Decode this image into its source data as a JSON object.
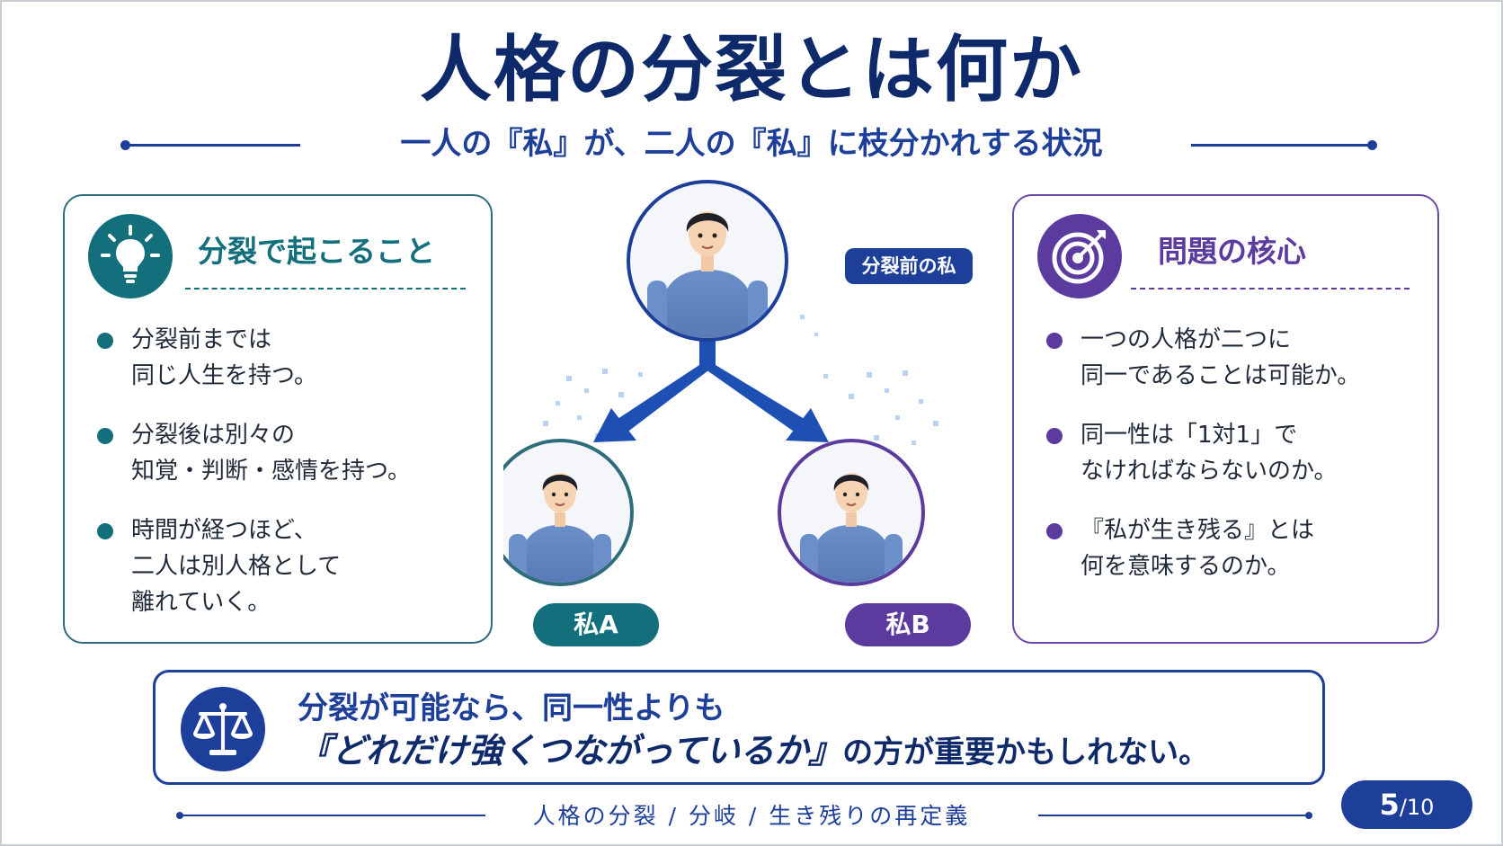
{
  "title": "人格の分裂とは何か",
  "subtitle": "一人の『私』が、二人の『私』に枝分かれする状況",
  "left_card": {
    "heading": "分裂で起こること",
    "icon": "lightbulb-icon",
    "items": [
      {
        "lines": [
          "分裂前までは",
          "同じ人生を持つ。"
        ]
      },
      {
        "lines": [
          "分裂後は別々の",
          "知覚・判断・感情を持つ。"
        ]
      },
      {
        "lines": [
          "時間が経つほど、",
          "二人は別人格として",
          "離れていく。"
        ]
      }
    ]
  },
  "right_card": {
    "heading": "問題の核心",
    "icon": "target-icon",
    "items": [
      {
        "lines": [
          "一つの人格が二つに",
          "同一であることは可能か。"
        ]
      },
      {
        "lines": [
          "同一性は「1対1」で",
          "なければならないのか。"
        ]
      },
      {
        "lines": [
          "『私が生き残る』とは",
          "何を意味するのか。"
        ]
      }
    ]
  },
  "diagram": {
    "center_label": "分裂前の私",
    "branch_a": "私A",
    "branch_b": "私B"
  },
  "bottom": {
    "icon": "scales-icon",
    "line1": "分裂が可能なら、同一性よりも",
    "line2_emph": "『どれだけ強くつながっているか』",
    "line2_rest": "の方が重要かもしれない。"
  },
  "footer": {
    "text": "人格の分裂 / 分岐 / 生き残りの再定義",
    "page_current": "5",
    "page_total": "/10"
  },
  "colors": {
    "navy": "#0f2a6b",
    "blue": "#1d3f9a",
    "teal": "#146f7c",
    "purple": "#5b3b9e"
  }
}
